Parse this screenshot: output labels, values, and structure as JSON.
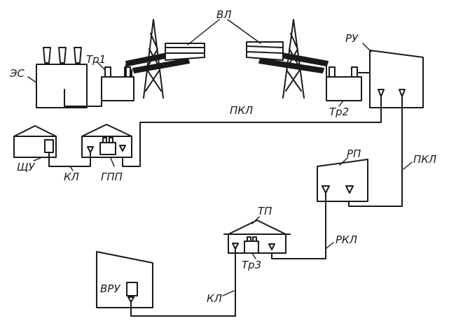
{
  "diagram": {
    "labels": {
      "es": "ЭС",
      "tr1": "Тр1",
      "vl": "ВЛ",
      "ru": "РУ",
      "tr2": "Тр2",
      "pkl_top": "ПКЛ",
      "shchu": "ЩУ",
      "kl_left": "КЛ",
      "gpp": "ГПП",
      "rp": "РП",
      "pkl_right": "ПКЛ",
      "tp": "ТП",
      "rkl": "РКЛ",
      "tr3": "Тр3",
      "vru": "ВРУ",
      "kl_bottom": "КЛ"
    }
  }
}
